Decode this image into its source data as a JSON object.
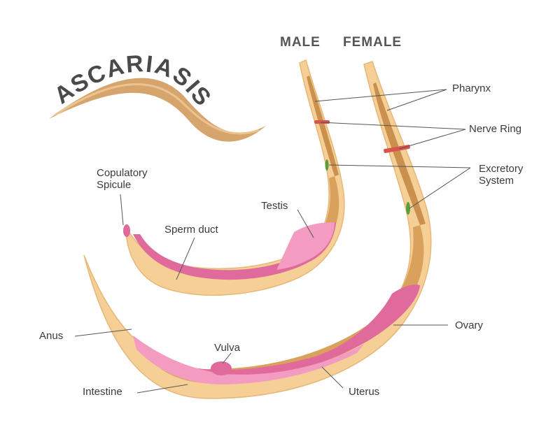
{
  "title": "ASCARIASIS",
  "headers": {
    "male": "MALE",
    "female": "FEMALE"
  },
  "labels": {
    "pharynx": "Pharynx",
    "nerve_ring": "Nerve Ring",
    "excretory_1": "Excretory",
    "excretory_2": "System",
    "copulatory_1": "Copulatory",
    "copulatory_2": "Spicule",
    "testis": "Testis",
    "sperm_duct": "Sperm duct",
    "anus": "Anus",
    "vulva": "Vulva",
    "ovary": "Ovary",
    "intestine": "Intestine",
    "uterus": "Uterus"
  },
  "colors": {
    "body": "#f6cf96",
    "body_outline": "#e6b777",
    "inner": "#c9904e",
    "organ": "#e06a9c",
    "organ_light": "#f39bc0",
    "nerve_ring": "#d9534f",
    "excretory": "#5a9e3a",
    "title_worm": "#d6a56e"
  }
}
